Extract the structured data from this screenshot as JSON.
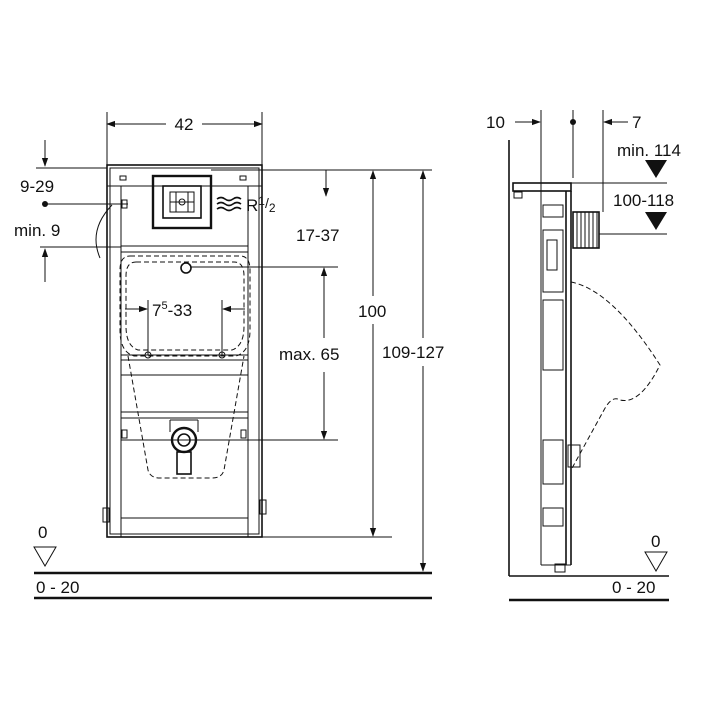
{
  "front_view": {
    "width_label": "42",
    "offset_top_label": "9-29",
    "min_side_label": "min. 9",
    "thread_label_main": "R",
    "thread_label_frac_num": "1",
    "thread_label_frac_den": "2",
    "supply_offset_label": "17-37",
    "inner_width_main": "7",
    "inner_width_sup": "5",
    "inner_width_rest": "-33",
    "max_height_label": "max. 65",
    "frame_height_label": "100",
    "total_height_label": "109-127",
    "floor_zero_label": "0",
    "floor_range_label": "0 - 20"
  },
  "side_view": {
    "wall_offset_label": "10",
    "depth_label": "7",
    "min_height_label": "min. 114",
    "height_range_label": "100-118",
    "floor_zero_label": "0",
    "floor_range_label": "0 - 20"
  },
  "colors": {
    "line": "#111111",
    "background": "#ffffff"
  }
}
